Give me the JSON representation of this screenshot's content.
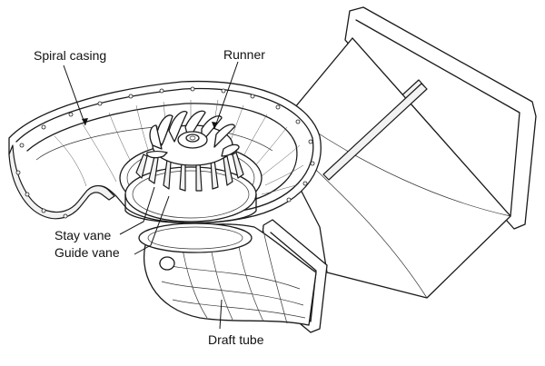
{
  "labels": {
    "spiral_casing": "Spiral casing",
    "runner": "Runner",
    "stay_vane": "Stay vane",
    "guide_vane": "Guide vane",
    "draft_tube": "Draft tube"
  },
  "colors": {
    "line": "#1a1a1a",
    "background": "#ffffff"
  }
}
